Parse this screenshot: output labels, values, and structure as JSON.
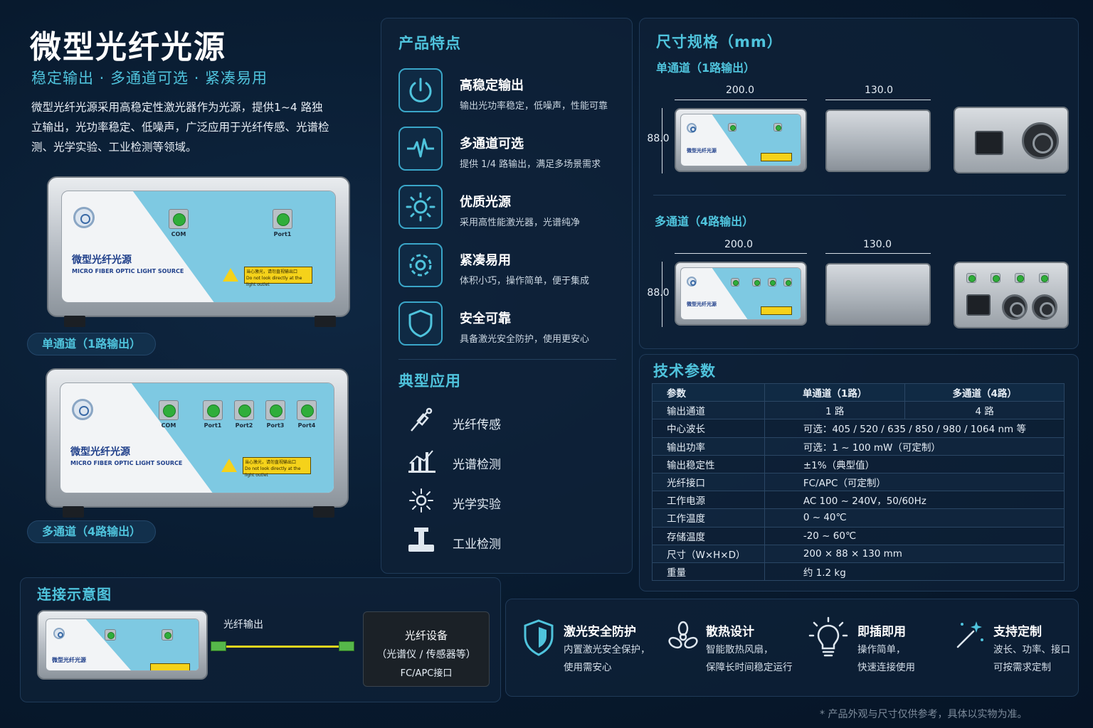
{
  "hero": {
    "title": "微型光纤光源",
    "subtitle": "稳定输出 · 多通道可选 · 紧凑易用",
    "description": "微型光纤光源采用高稳定性激光器作为光源，提供1~4 路独立输出，光功率稳定、低噪声，广泛应用于光纤传感、光谱检测、光学实验、工业检测等领域。"
  },
  "device": {
    "name_cn": "微型光纤光源",
    "name_en": "MICRO FIBER OPTIC LIGHT SOURCE",
    "warning_cn": "当心激光，请勿直视输出口",
    "warning_en": "Do not look directly at the light outlet",
    "port_com": "COM",
    "port_1": "Port1",
    "port_2": "Port2",
    "port_3": "Port3",
    "port_4": "Port4"
  },
  "variants": {
    "single": "单通道（1路输出）",
    "multi": "多通道（4路输出）"
  },
  "features": {
    "title": "产品特点",
    "items": [
      {
        "title": "高稳定输出",
        "desc": "输出光功率稳定，低噪声，性能可靠",
        "icon": "power-icon"
      },
      {
        "title": "多通道可选",
        "desc": "提供 1/4 路输出，满足多场景需求",
        "icon": "waveform-icon"
      },
      {
        "title": "优质光源",
        "desc": "采用高性能激光器，光谱纯净",
        "icon": "sun-icon"
      },
      {
        "title": "紧凑易用",
        "desc": "体积小巧，操作简单，便于集成",
        "icon": "gear-icon"
      },
      {
        "title": "安全可靠",
        "desc": "具备激光安全防护，使用更安心",
        "icon": "shield-icon"
      }
    ]
  },
  "applications": {
    "title": "典型应用",
    "items": [
      {
        "label": "光纤传感",
        "icon": "fiber-probe-icon"
      },
      {
        "label": "光谱检测",
        "icon": "spectrum-chart-icon"
      },
      {
        "label": "光学实验",
        "icon": "optics-burst-icon"
      },
      {
        "label": "工业检测",
        "icon": "microscope-icon"
      }
    ]
  },
  "dimensions": {
    "title": "尺寸规格（mm）",
    "single_label": "单通道（1路输出）",
    "multi_label": "多通道（4路输出）",
    "width": "200.0",
    "depth": "130.0",
    "height": "88.0"
  },
  "specs": {
    "title": "技术参数",
    "headers": [
      "参数",
      "单通道（1路）",
      "多通道（4路）"
    ],
    "channel_row": {
      "label": "输出通道",
      "single": "1 路",
      "multi": "4 路"
    },
    "rows": [
      {
        "label": "中心波长",
        "value": "可选：405 / 520 / 635 / 850 / 980 / 1064 nm 等"
      },
      {
        "label": "输出功率",
        "value": "可选：1 ~ 100 mW（可定制）"
      },
      {
        "label": "输出稳定性",
        "value": "±1%（典型值）"
      },
      {
        "label": "光纤接口",
        "value": "FC/APC（可定制）"
      },
      {
        "label": "工作电源",
        "value": "AC 100 ~ 240V，50/60Hz"
      },
      {
        "label": "工作温度",
        "value": "0 ~ 40℃"
      },
      {
        "label": "存储温度",
        "value": "-20 ~ 60℃"
      },
      {
        "label": "尺寸（W×H×D）",
        "value": "200 × 88 × 130 mm"
      },
      {
        "label": "重量",
        "value": "约 1.2 kg"
      }
    ]
  },
  "connection": {
    "title": "连接示意图",
    "fiber_label": "光纤输出",
    "device_line1": "光纤设备",
    "device_line2": "（光谱仪 / 传感器等）",
    "device_line3": "FC/APC接口"
  },
  "bottom_features": [
    {
      "title": "激光安全防护",
      "line1": "内置激光安全保护，",
      "line2": "使用需安心",
      "icon": "shield-icon"
    },
    {
      "title": "散热设计",
      "line1": "智能散热风扇，",
      "line2": "保障长时间稳定运行",
      "icon": "fan-icon"
    },
    {
      "title": "即插即用",
      "line1": "操作简单，",
      "line2": "快速连接使用",
      "icon": "lightbulb-icon"
    },
    {
      "title": "支持定制",
      "line1": "波长、功率、接口",
      "line2": "可按需求定制",
      "icon": "wand-icon"
    }
  ],
  "footnote": "* 产品外观与尺寸仅供参考，具体以实物为准。",
  "colors": {
    "accent": "#4fc3dc",
    "background": "#081a2e",
    "panel": "#0f2238"
  }
}
